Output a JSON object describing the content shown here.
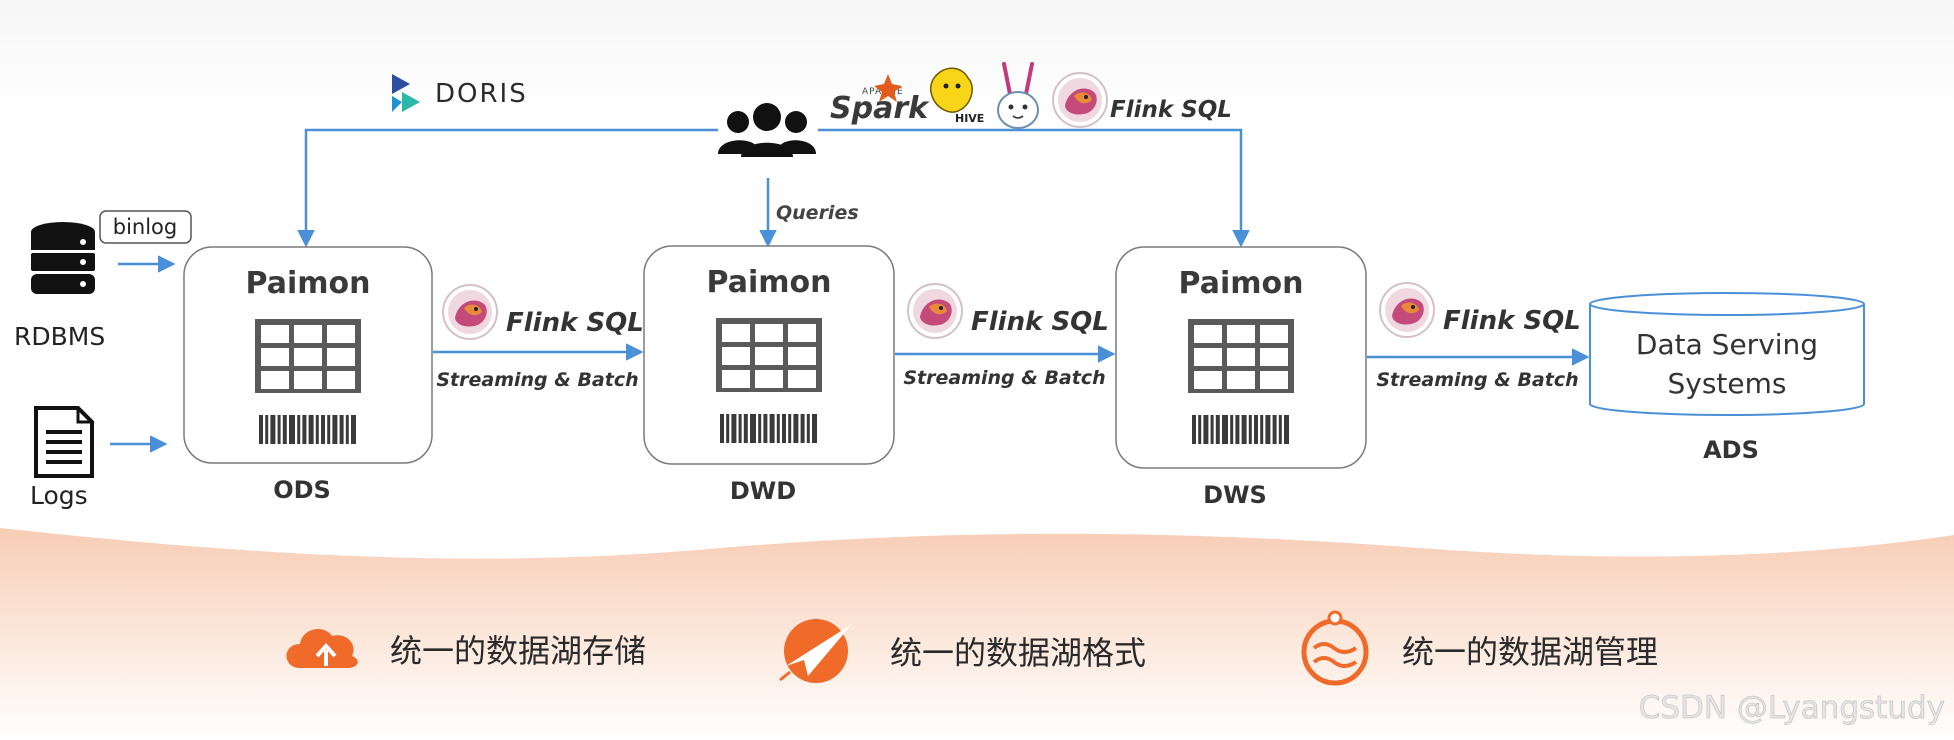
{
  "top": {
    "doris_label": "DORIS",
    "users_label": "",
    "engines": {
      "spark_small": "APACHE",
      "spark_label": "Spark",
      "hive_label": "HIVE",
      "flink_label": "Flink SQL"
    },
    "queries_label": "Queries"
  },
  "sources": {
    "binlog": "binlog",
    "rdbms": "RDBMS",
    "logs": "Logs"
  },
  "layers": [
    {
      "title": "Paimon",
      "caption": "ODS"
    },
    {
      "title": "Paimon",
      "caption": "DWD"
    },
    {
      "title": "Paimon",
      "caption": "DWS"
    }
  ],
  "transforms": [
    {
      "engine": "Flink SQL",
      "mode": "Streaming & Batch"
    },
    {
      "engine": "Flink SQL",
      "mode": "Streaming & Batch"
    },
    {
      "engine": "Flink SQL",
      "mode": "Streaming & Batch"
    }
  ],
  "ads": {
    "line1": "Data Serving",
    "line2": "Systems",
    "caption": "ADS"
  },
  "features": [
    {
      "icon": "cloud-upload-icon",
      "label": "统一的数据湖存储"
    },
    {
      "icon": "paper-plane-icon",
      "label": "统一的数据湖格式"
    },
    {
      "icon": "wave-circle-icon",
      "label": "统一的数据湖管理"
    }
  ],
  "watermark": "CSDN @Lyangstudy",
  "colors": {
    "arrow": "#4a90d9",
    "icon_dark": "#111111",
    "table_gray": "#5a5a5a",
    "accent_orange": "#f06a2a",
    "wave_peach": "#fbe3d6"
  }
}
